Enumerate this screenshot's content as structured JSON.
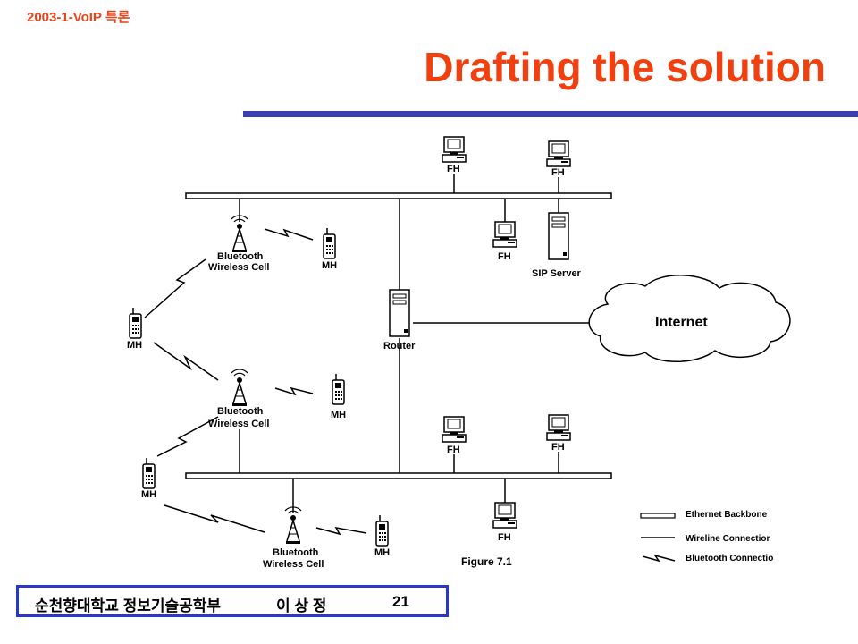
{
  "header": {
    "course": "2003-1-VoIP 특론"
  },
  "title": "Drafting the solution",
  "diagram": {
    "labels": {
      "fh": "FH",
      "mh": "MH",
      "sip_server": "SIP Server",
      "router": "Router",
      "internet": "Internet",
      "bluetooth_line1": "Bluetooth",
      "bluetooth_line2": "Wireless Cell",
      "figure": "Figure 7.1"
    },
    "legend": {
      "ethernet": "Ethernet Backbone",
      "wireline": "Wireline Connectior",
      "bluetooth": "Bluetooth Connectio"
    }
  },
  "footer": {
    "department": "순천향대학교 정보기술공학부",
    "author": "이 상 정",
    "page": "21"
  },
  "colors": {
    "title": "#f04010",
    "rule": "#3b3fb4",
    "footer_border": "#2a36c8"
  }
}
